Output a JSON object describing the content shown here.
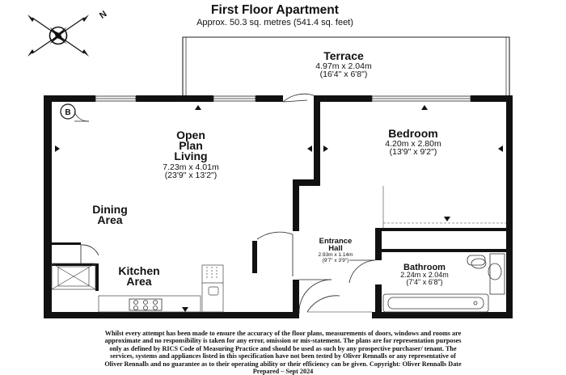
{
  "header": {
    "title": "First Floor Apartment",
    "area": "Approx. 50.3 sq. metres (541.4 sq. feet)"
  },
  "compass": {
    "north_label": "N",
    "icon": "compass-icon"
  },
  "rooms": {
    "terrace": {
      "name": "Terrace",
      "dim_metric": "4.97m x 2.04m",
      "dim_imperial": "(16'4\" x 6'8\")"
    },
    "open_plan": {
      "name_lines": [
        "Open",
        "Plan",
        "Living"
      ],
      "dim_metric": "7.23m x 4.01m",
      "dim_imperial": "(23'9\" x 13'2\")"
    },
    "bedroom": {
      "name": "Bedroom",
      "dim_metric": "4.20m x 2.80m",
      "dim_imperial": "(13'9\" x 9'2\")"
    },
    "dining": {
      "name_lines": [
        "Dining",
        "Area"
      ]
    },
    "kitchen": {
      "name_lines": [
        "Kitchen",
        "Area"
      ]
    },
    "hall": {
      "name_lines": [
        "Entrance",
        "Hall"
      ],
      "dim_metric": "2.93m x 1.14m",
      "dim_imperial": "(9'7\" x 3'9\")"
    },
    "bathroom": {
      "name": "Bathroom",
      "dim_metric": "2.24m x 2.04m",
      "dim_imperial": "(7'4\" x 6'8\")"
    }
  },
  "boiler": {
    "label": "B"
  },
  "disclaimer": {
    "lines": [
      "Whilst every attempt has been made to ensure the accuracy of the floor plans, measurements of doors, windows and rooms are",
      "approximate and no responsibility is taken for any error, omission or mis-statement. The plans are for representation purposes",
      "only as defined by RICS Code of Measuring Practice and should be used as such by any prospective purchaser/ tenant. The",
      "services, systems and appliances listed in this specification have not been tested by Oliver Rennalls or any representative of",
      "Oliver Rennalls and no guarantee as to their operating ability or their efficiency can be given. Copyright: Oliver Rennalls Date",
      "Prepared – Sept 2024"
    ]
  }
}
